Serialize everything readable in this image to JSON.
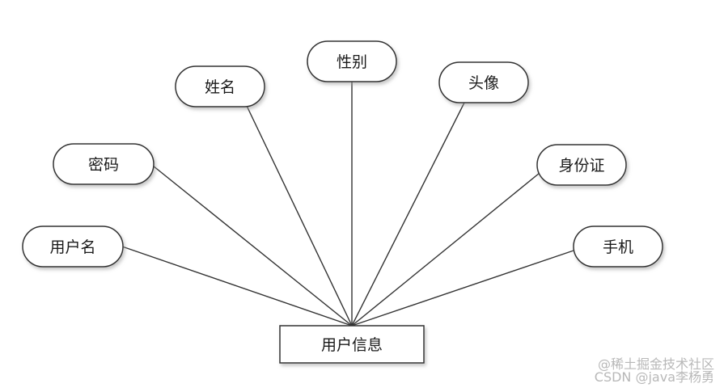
{
  "entity": {
    "label": "用户信息"
  },
  "attributes": [
    {
      "id": "username",
      "label": "用户名"
    },
    {
      "id": "password",
      "label": "密码"
    },
    {
      "id": "name",
      "label": "姓名"
    },
    {
      "id": "gender",
      "label": "性别"
    },
    {
      "id": "avatar",
      "label": "头像"
    },
    {
      "id": "idcard",
      "label": "身份证"
    },
    {
      "id": "phone",
      "label": "手机"
    }
  ],
  "colors": {
    "stroke": "#333333",
    "shadow": "#bdbdbd",
    "fill": "#ffffff"
  },
  "watermark": {
    "line1": "@稀土掘金技术社区",
    "line2": "CSDN @java李杨勇"
  }
}
